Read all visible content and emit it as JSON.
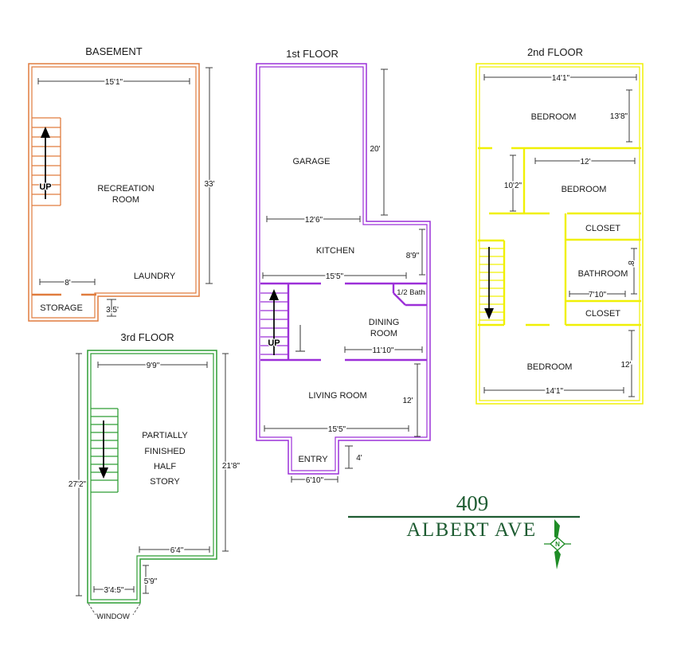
{
  "colors": {
    "basement": "#E07C3E",
    "first_floor": "#9C30D8",
    "second_floor": "#F0F005",
    "third_floor": "#2F9E35",
    "address_text": "#1E5C32",
    "compass": "#1F8C26",
    "dimension": "#3C3C3C",
    "label": "#1A1A1A"
  },
  "basement": {
    "title": "BASEMENT",
    "rooms": {
      "recreation_line1": "RECREATION",
      "recreation_line2": "ROOM",
      "laundry": "LAUNDRY",
      "storage": "STORAGE"
    },
    "stair_label": "UP",
    "dims": {
      "width": "15'1\"",
      "height": "33'",
      "storage_width": "8'",
      "storage_depth": "3.5'"
    }
  },
  "first_floor": {
    "title": "1st FLOOR",
    "rooms": {
      "garage": "GARAGE",
      "kitchen": "KITCHEN",
      "dining_line1": "DINING",
      "dining_line2": "ROOM",
      "half_bath": "1/2 Bath",
      "living": "LIVING ROOM",
      "entry": "ENTRY"
    },
    "stair_label": "UP",
    "dims": {
      "garage_height": "20'",
      "garage_width": "12'6\"",
      "kitchen_height": "8'9\"",
      "kitchen_width": "15'5\"",
      "dining_width": "11'10\"",
      "living_height": "12'",
      "living_width": "15'5\"",
      "entry_height": "4'",
      "entry_width": "6'10\""
    }
  },
  "second_floor": {
    "title": "2nd FLOOR",
    "rooms": {
      "bedroom_top": "BEDROOM",
      "bedroom_middle": "BEDROOM",
      "closet_upper": "CLOSET",
      "bathroom": "BATHROOM",
      "closet_lower": "CLOSET",
      "bedroom_bottom": "BEDROOM"
    },
    "dims": {
      "top_width": "14'1\"",
      "bedroom_top_height": "13'8\"",
      "hall_height": "10'2\"",
      "bedroom_middle_width": "12'",
      "bathroom_height": "8'",
      "bathroom_width": "7'10\"",
      "bedroom_bottom_height": "12'",
      "bottom_width": "14'1\""
    }
  },
  "third_floor": {
    "title": "3rd FLOOR",
    "rooms": {
      "half_story_line1": "PARTIALLY",
      "half_story_line2": "FINISHED",
      "half_story_line3": "HALF",
      "half_story_line4": "STORY"
    },
    "window_label": "WINDOW",
    "dims": {
      "top_width": "9'9\"",
      "left_height": "27'2\"",
      "right_height": "21'8\"",
      "notch_width": "6'4\"",
      "notch_height": "5'9\"",
      "bottom_width": "3'4.5\""
    }
  },
  "address": {
    "number": "409",
    "street": "ALBERT AVE"
  },
  "compass": {
    "north_label": "N"
  }
}
